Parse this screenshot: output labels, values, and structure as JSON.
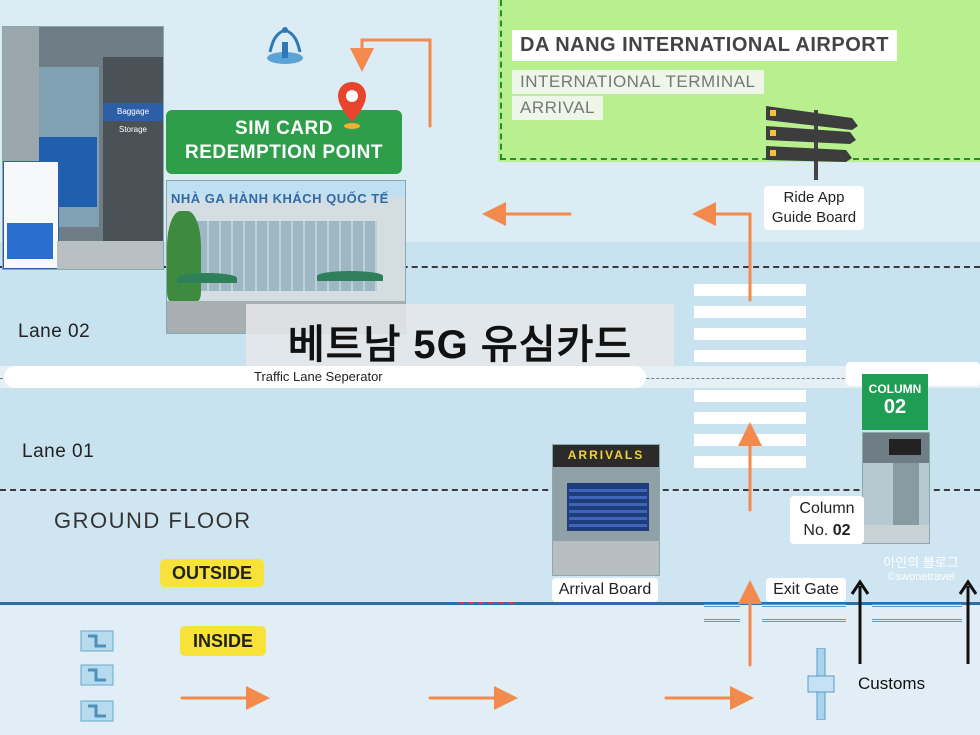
{
  "airport": {
    "title": "DA NANG INTERNATIONAL AIRPORT",
    "terminal": "INTERNATIONAL TERMINAL",
    "arrival": "ARRIVAL"
  },
  "sim_card": {
    "line1": "SIM CARD",
    "line2": "REDEMPTION POINT"
  },
  "photos": {
    "baggage_sign": "Baggage Storage",
    "terminal_sign": "NHÀ GA HÀNH KHÁCH QUỐC TẾ",
    "arrivals_sign": "ARRIVALS"
  },
  "overlay_title": "베트남 5G 유심카드",
  "lanes": {
    "lane2": "Lane 02",
    "lane1": "Lane 01",
    "separator": "Traffic Lane Seperator"
  },
  "labels": {
    "ride_app_line1": "Ride App",
    "ride_app_line2": "Guide Board",
    "column_badge_line1": "COLUMN",
    "column_badge_line2": "02",
    "column_label_line1": "Column",
    "column_label_line2_prefix": "No. ",
    "column_label_line2_num": "02",
    "ground_floor": "GROUND FLOOR",
    "outside": "OUTSIDE",
    "inside": "INSIDE",
    "arrival_board": "Arrival Board",
    "exit_gate": "Exit Gate",
    "customs": "Customs",
    "watermark_line1": "아인의 블로그",
    "watermark_line2": "©swonetravel"
  },
  "colors": {
    "green_zone": "#b8f090",
    "sim_green": "#2e9e4a",
    "column_green": "#1f9d55",
    "arrow_orange": "#f28a4e",
    "yellow_tag": "#f7e23a",
    "pin_red": "#e8452f"
  }
}
